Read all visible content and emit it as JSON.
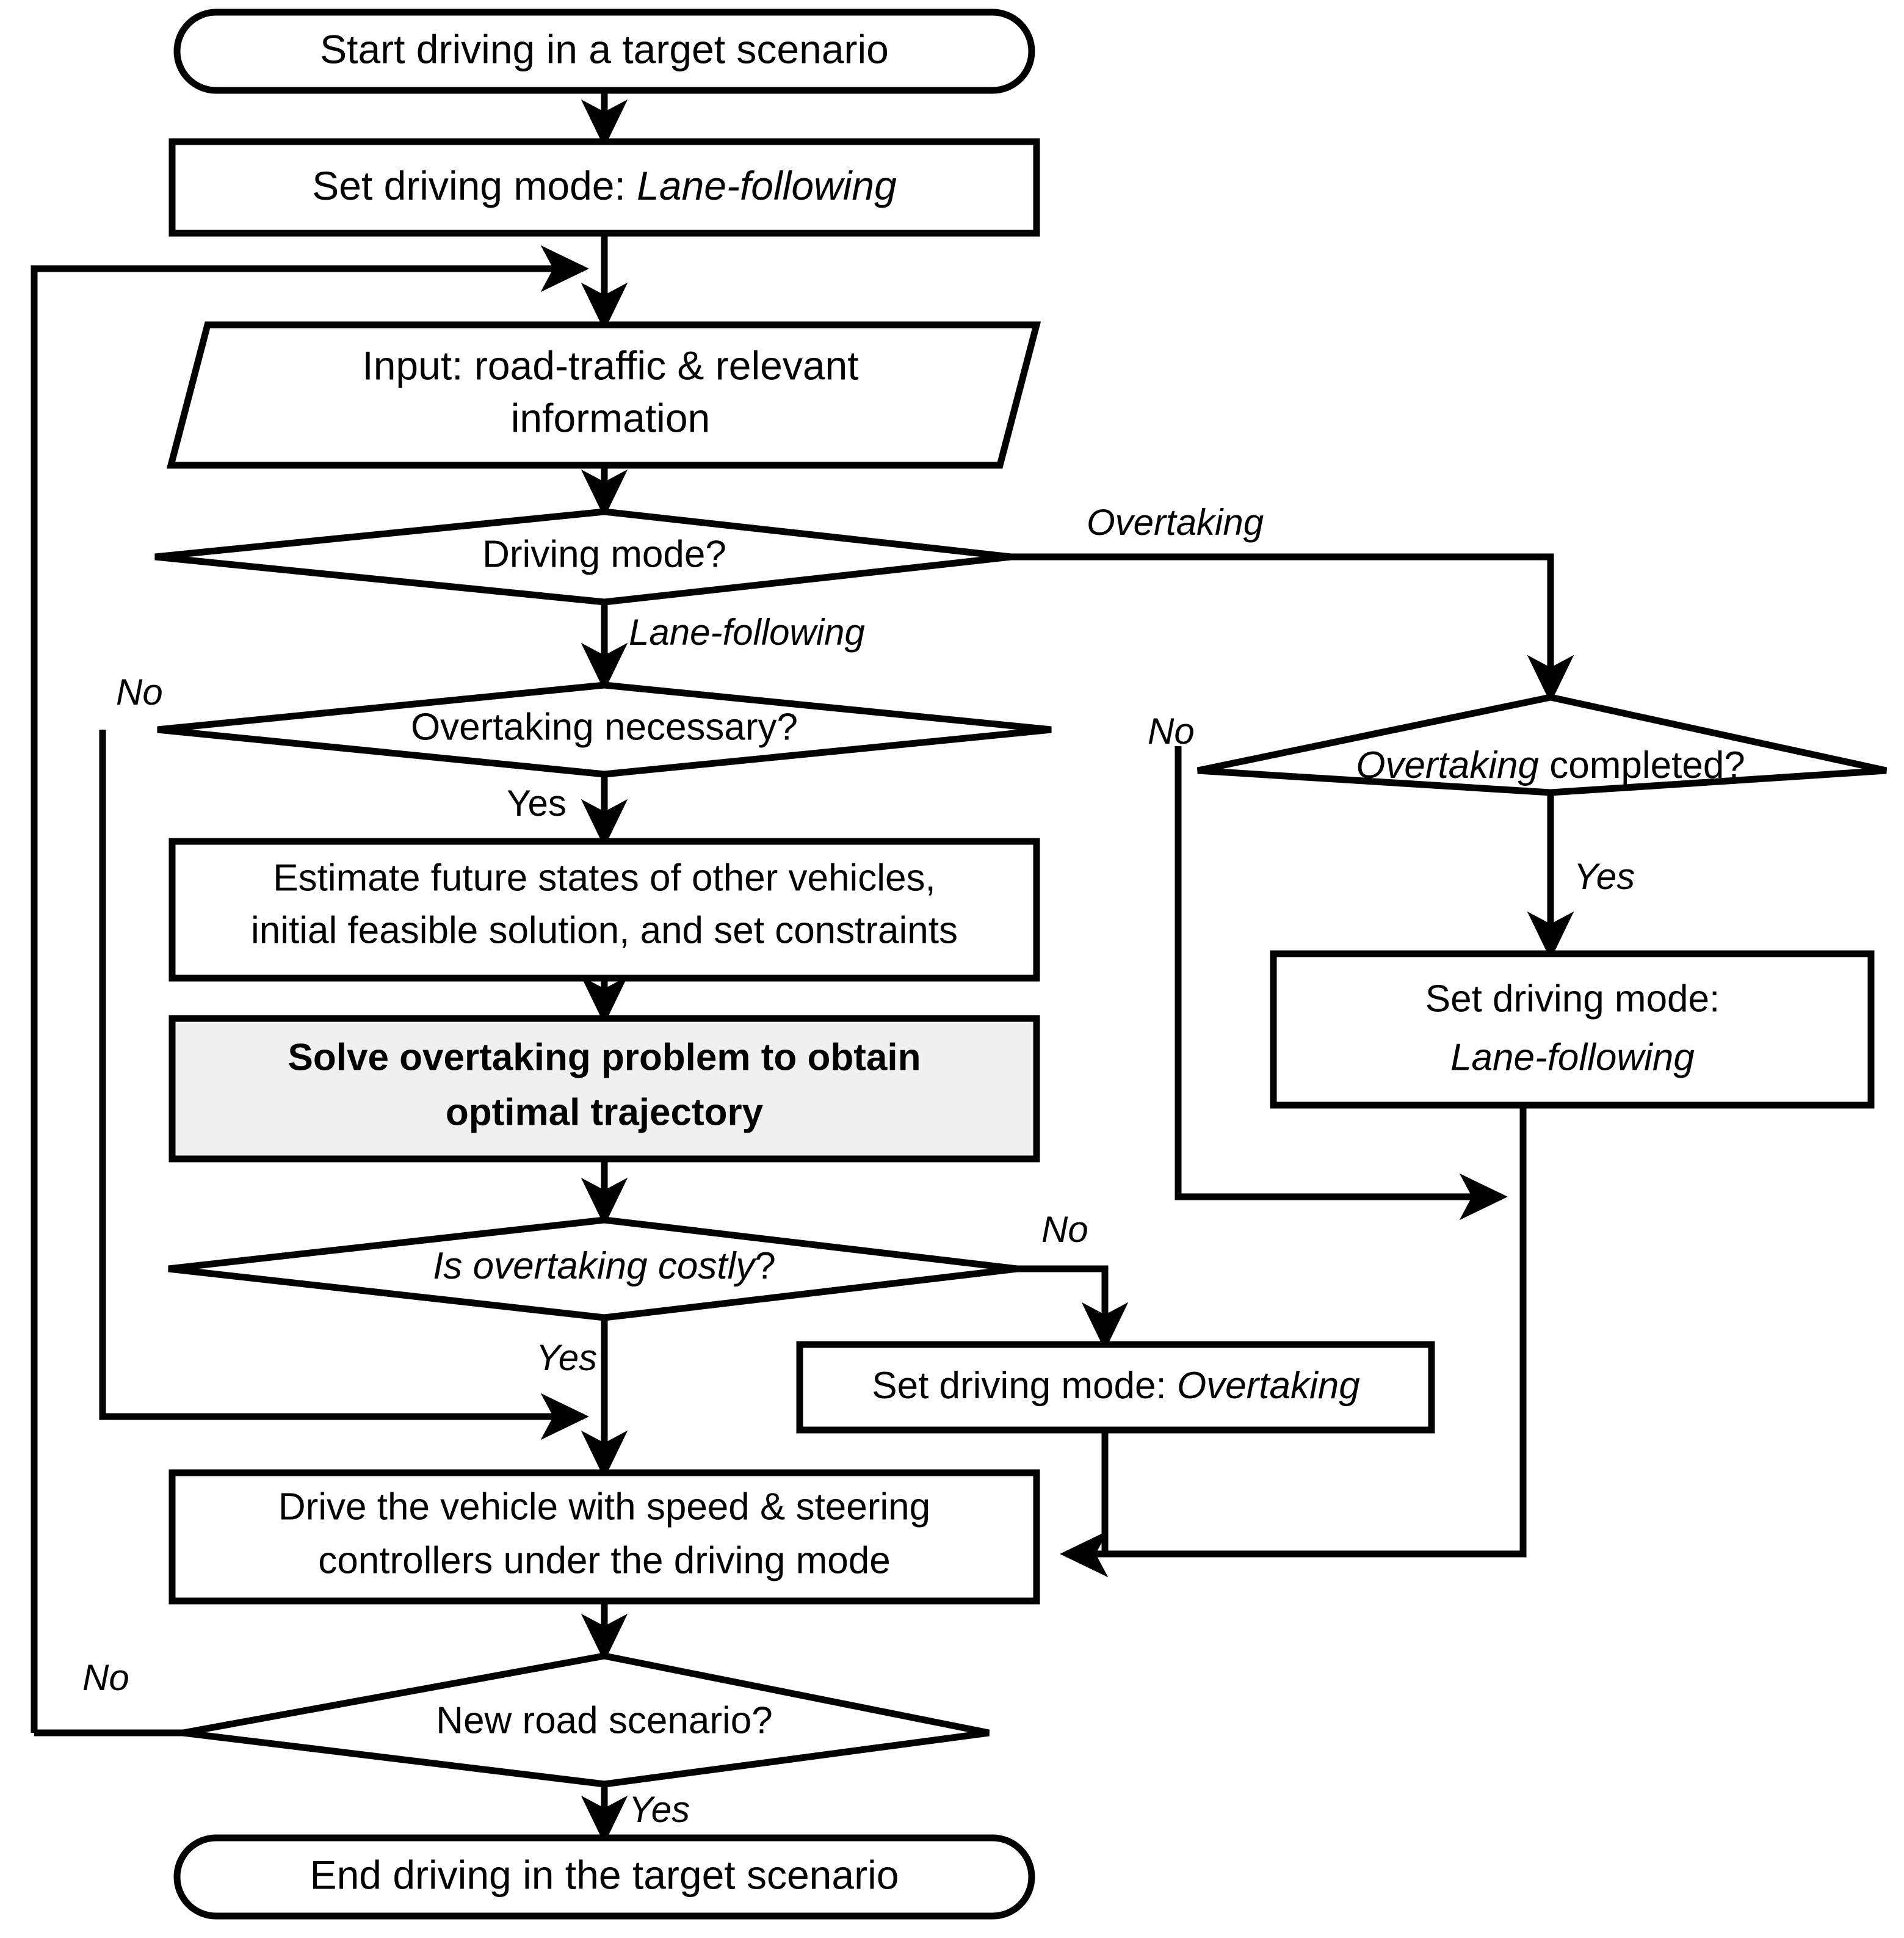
{
  "diagram": {
    "type": "flowchart",
    "title": "Driving / overtaking decision flowchart",
    "colors": {
      "stroke": "#000000",
      "fill": "#ffffff",
      "highlight_fill": "#f0f0f0"
    },
    "nodes": {
      "start": {
        "shape": "terminator",
        "text": "Start driving in a target scenario"
      },
      "set_mode_lane": {
        "shape": "process",
        "text_plain": "Set driving mode: ",
        "text_italic": "Lane-following"
      },
      "input": {
        "shape": "data",
        "line1": "Input: road-traffic & relevant",
        "line2": "information"
      },
      "driving_mode": {
        "shape": "decision",
        "text": "Driving mode?"
      },
      "overtaking_necessary": {
        "shape": "decision",
        "text": "Overtaking necessary?"
      },
      "estimate": {
        "shape": "process",
        "line1": "Estimate future states of other vehicles,",
        "line2": "initial feasible solution, and set constraints"
      },
      "solve": {
        "shape": "process-highlight",
        "line1": "Solve overtaking problem to obtain",
        "line2": "optimal trajectory"
      },
      "is_costly": {
        "shape": "decision",
        "text_italic": "Is overtaking costly",
        "text_plain": "?"
      },
      "set_mode_overtaking": {
        "shape": "process",
        "text_plain": "Set driving mode: ",
        "text_italic": "Overtaking"
      },
      "drive": {
        "shape": "process",
        "line1": "Drive the vehicle with speed & steering",
        "line2": "controllers under the driving mode"
      },
      "new_scenario": {
        "shape": "decision",
        "text": "New road scenario?"
      },
      "end": {
        "shape": "terminator",
        "text": "End driving in the target scenario"
      },
      "overtaking_completed": {
        "shape": "decision",
        "text_italic": "Overtaking",
        "text_plain": " completed?"
      },
      "set_mode_lane_right": {
        "shape": "process",
        "line1": "Set driving mode:",
        "line2_italic": "Lane-following"
      }
    },
    "edge_labels": {
      "driving_mode_overtaking": "Overtaking",
      "driving_mode_lane": "Lane-following",
      "overtaking_necessary_no": "No",
      "overtaking_necessary_yes": "Yes",
      "is_costly_no": "No",
      "is_costly_yes": "Yes",
      "new_scenario_no": "No",
      "new_scenario_yes": "Yes",
      "overtaking_completed_no": "No",
      "overtaking_completed_yes": "Yes"
    }
  }
}
